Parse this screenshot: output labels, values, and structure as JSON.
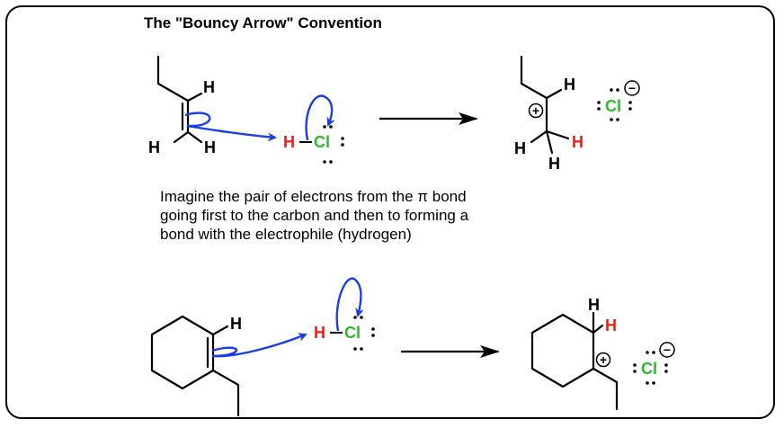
{
  "title": "The \"Bouncy Arrow\" Convention",
  "caption_lines": [
    "Imagine the pair of electrons from the π bond",
    "going first to the carbon and then to forming a",
    "bond with the electrophile (hydrogen)"
  ],
  "atoms": {
    "H": "H",
    "Cl": "Cl"
  },
  "charges": {
    "plus": "+",
    "minus": "−"
  },
  "colors": {
    "arrow_blue": "#1a3de8",
    "hydrogen_red": "#e8201a",
    "chlorine_green": "#2db82d",
    "bond_black": "#000000"
  }
}
